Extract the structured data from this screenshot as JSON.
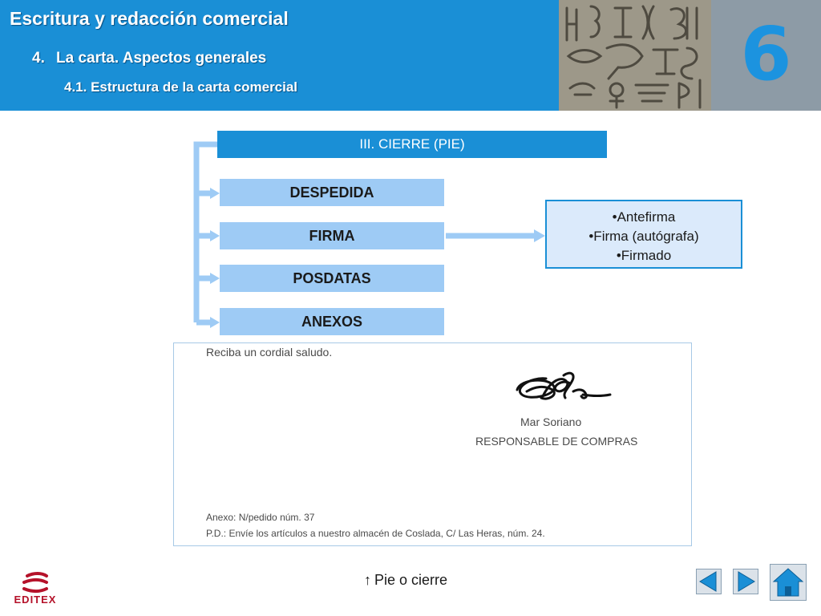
{
  "header": {
    "title": "Escritura y redacción comercial",
    "section_number": "4.",
    "section_title": "La carta. Aspectos generales",
    "subsection": "4.1. Estructura de la carta comercial",
    "chapter": "6",
    "header_color": "#1a8fd6",
    "image": "hieroglyphs-image"
  },
  "diagram": {
    "main": "III. CIERRE (PIE)",
    "items": [
      "DESPEDIDA",
      "FIRMA",
      "POSDATAS",
      "ANEXOS"
    ],
    "detail": [
      "•Antefirma",
      "•Firma (autógrafa)",
      "•Firmado"
    ]
  },
  "letter": {
    "greeting": "Reciba un cordial saludo.",
    "name": "Mar Soriano",
    "role": "RESPONSABLE DE COMPRAS",
    "annex": "Anexo: N/pedido núm. 37",
    "postscript": "P.D.: Envíe los artículos a nuestro almacén de Coslada, C/ Las Heras, núm. 24."
  },
  "footer": {
    "logo": "EDITEX",
    "caption_arrow": "↑",
    "caption": "Pie o cierre",
    "prev_icon": "triangle-left-icon",
    "next_icon": "triangle-right-icon",
    "home_icon": "home-icon"
  }
}
